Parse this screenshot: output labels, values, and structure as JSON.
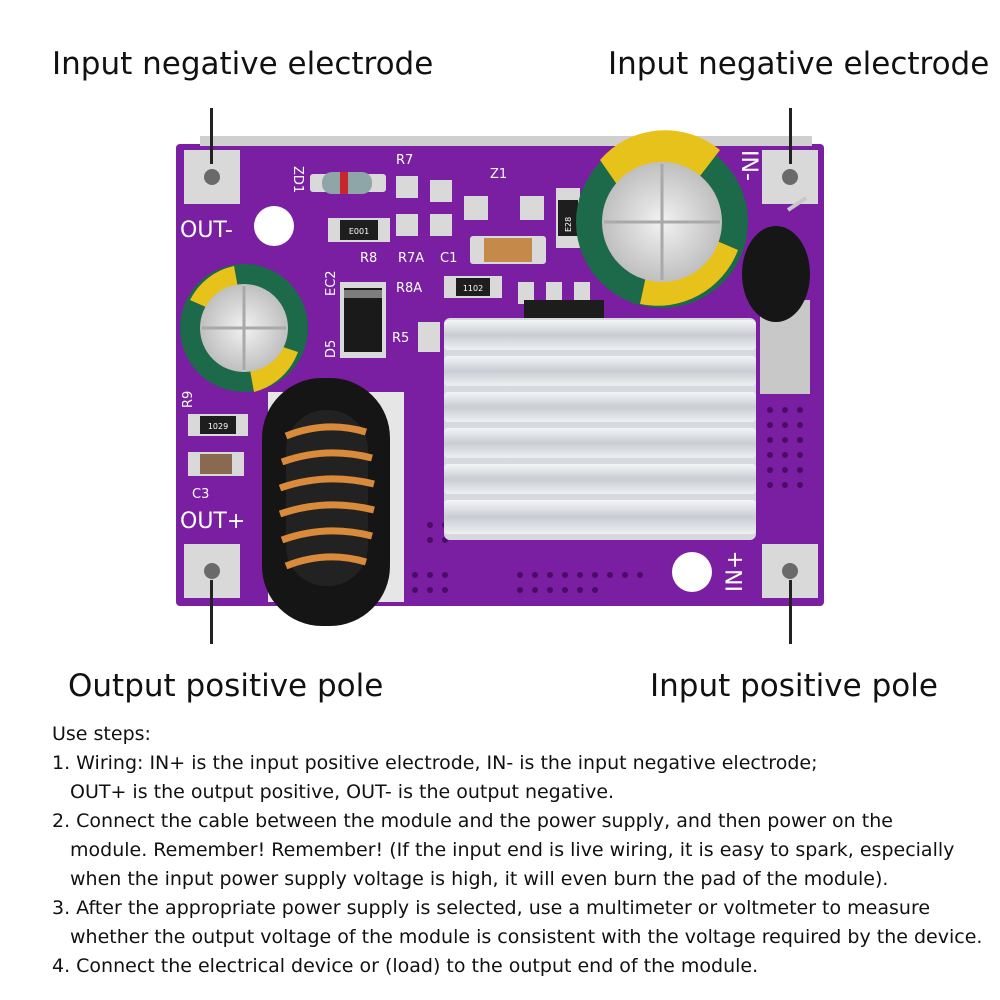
{
  "callouts": {
    "top_left": "Input negative electrode",
    "top_right": "Input negative electrode",
    "bottom_left": "Output positive pole",
    "bottom_right": "Input positive pole"
  },
  "board": {
    "colors": {
      "pcb": "#7a1fa2",
      "pcb_dark": "#5d1280",
      "pad": "#d9d9d9",
      "heatsink": "#e8eaee",
      "coil_copper": "#d98a3a",
      "capacitor_band": "#e6c21a",
      "capacitor_body": "#1c6a4a"
    },
    "silkscreen": {
      "out_minus": "OUT-",
      "out_plus": "OUT+",
      "in_minus": "IN-",
      "in_plus": "IN+",
      "zd1": "ZD1",
      "r7": "R7",
      "z1": "Z1",
      "r8": "R8",
      "r7a": "R7A",
      "c1": "C1",
      "ec2": "EC2",
      "r8a": "R8A",
      "d5": "D5",
      "r5": "R5",
      "r9": "R9",
      "c3": "C3",
      "res_code_1": "E001",
      "res_code_2": "1102",
      "res_code_3": "1029",
      "res_code_4": "E28"
    }
  },
  "steps": {
    "heading": "Use steps:",
    "l1a": "1. Wiring: IN+ is the input positive electrode, IN- is the input negative electrode;",
    "l1b": "OUT+ is the output positive, OUT- is the output negative.",
    "l2a": "2. Connect the cable between the module and the power supply, and then power on the",
    "l2b": "module. Remember! Remember! (If the input end is live wiring, it is easy to spark, especially",
    "l2c": "when the input power supply voltage is high, it will even burn the pad of the module).",
    "l3a": "3. After the appropriate power supply is selected, use a multimeter or voltmeter to measure",
    "l3b": "whether the output voltage of the module is consistent with the voltage required by the device.",
    "l4": "4. Connect the electrical device or (load) to the output end of the module."
  }
}
